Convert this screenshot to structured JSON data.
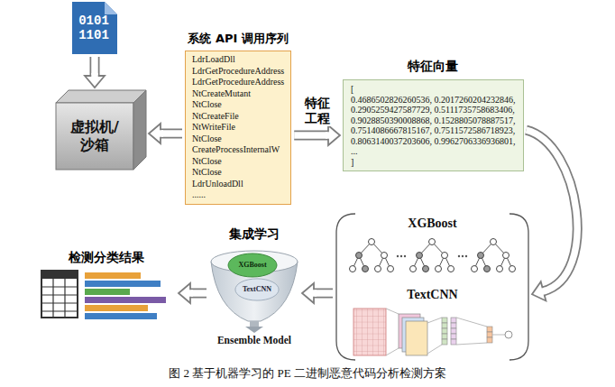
{
  "diagram": {
    "caption": "图 2 基于机器学习的 PE 二进制恶意代码分析检测方案",
    "nodes": [
      {
        "text": [
          "0101 1101"
        ]
      },
      {
        "text": [
          "虚拟机/ 沙箱"
        ]
      },
      {
        "text": [
          "系统 API 调用序列",
          "LdrLoadDll",
          "LdrGetProcedureAddress",
          "LdrGetProcedureAddress",
          "NtCreateMutant",
          "NtClose",
          "NtCreateFile",
          "NtWriteFile",
          "NtClose",
          "CreateProcessInternalW",
          "NtClose",
          "NtClose",
          "LdrUnloadDll",
          "......"
        ]
      },
      {
        "text": [
          "特征向量",
          "[",
          "0.4686502826260536, 0.2017260204232846,",
          "0.2905259427587729, 0.5111735758683406,",
          "0.9028850390008868, 0.1528805078887517,",
          "0.7514086667815167, 0.7511572586718923,",
          "0.8063140037203606, 0.9962706336936801,",
          "...",
          "]"
        ]
      },
      {
        "text": [
          "XGBoost",
          "TextCNN"
        ]
      },
      {
        "text": [
          "集成学习",
          "Ensemble Model"
        ]
      },
      {
        "text": [
          "XGBoost"
        ],
        "in": 5
      },
      {
        "text": [
          "TextCNN"
        ],
        "in": 5
      },
      {
        "text": [
          "检测分类结果"
        ]
      }
    ],
    "edges": [
      {
        "from": 0,
        "to": 1,
        "arrow": "to"
      },
      {
        "from": 2,
        "to": 1,
        "arrow": "to"
      },
      {
        "from": 2,
        "to": 3,
        "label": "特征 工程",
        "arrow": "to"
      },
      {
        "from": 3,
        "to": 4,
        "arrow": "to"
      },
      {
        "from": 4,
        "to": 5,
        "arrow": "to"
      },
      {
        "from": 5,
        "to": 8,
        "arrow": "to"
      }
    ]
  }
}
